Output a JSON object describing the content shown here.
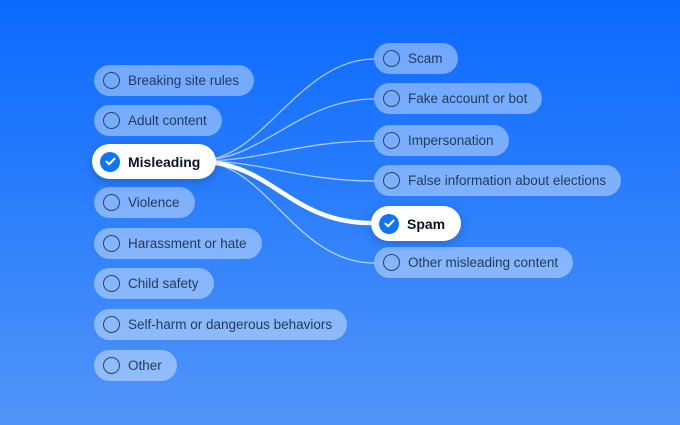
{
  "screen": "report-category-tree",
  "colors": {
    "background_top": "#0b6aff",
    "background_bottom": "#5295f8",
    "pill_background": "rgba(255,255,255,0.40)",
    "pill_text": "#223c5a",
    "selected_pill_background": "#ffffff",
    "selected_pill_text": "#0c1322",
    "check_circle": "#1173f5",
    "connector": "rgba(255,255,255,0.62)",
    "connector_active": "#ffffff"
  },
  "tree": {
    "left": [
      {
        "label": "Breaking site rules",
        "selected": false
      },
      {
        "label": "Adult content",
        "selected": false
      },
      {
        "label": "Misleading",
        "selected": true
      },
      {
        "label": "Violence",
        "selected": false
      },
      {
        "label": "Harassment or hate",
        "selected": false
      },
      {
        "label": "Child safety",
        "selected": false
      },
      {
        "label": "Self-harm or dangerous behaviors",
        "selected": false
      },
      {
        "label": "Other",
        "selected": false
      }
    ],
    "right": [
      {
        "label": "Scam",
        "selected": false
      },
      {
        "label": "Fake account or bot",
        "selected": false
      },
      {
        "label": "Impersonation",
        "selected": false
      },
      {
        "label": "False information about elections",
        "selected": false
      },
      {
        "label": "Spam",
        "selected": true
      },
      {
        "label": "Other misleading content",
        "selected": false
      }
    ],
    "connections": {
      "from": "Misleading",
      "to": [
        "Scam",
        "Fake account or bot",
        "Impersonation",
        "False information about elections",
        "Spam",
        "Other misleading content"
      ],
      "active_path": "Misleading → Spam"
    }
  }
}
